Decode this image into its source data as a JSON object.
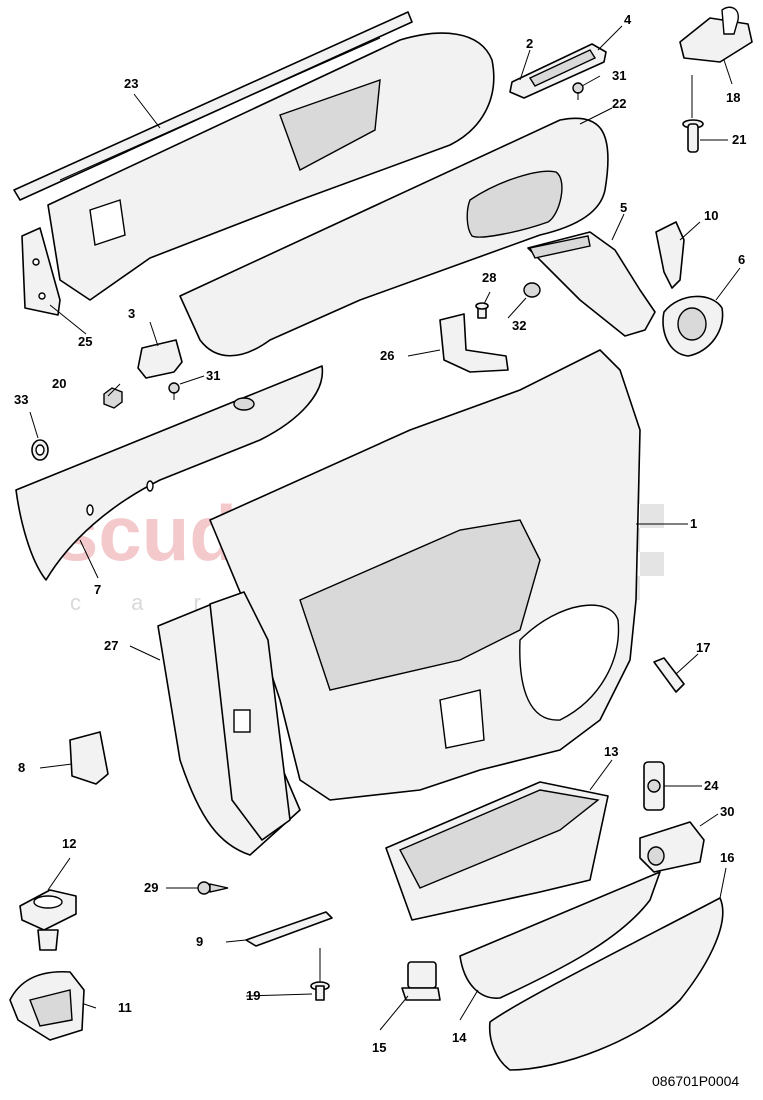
{
  "drawing_number": "086701P0004",
  "watermark": {
    "brand": "scuderia",
    "subtitle": "c a r p a r t s"
  },
  "callouts": [
    "1",
    "2",
    "3",
    "4",
    "5",
    "6",
    "7",
    "8",
    "9",
    "10",
    "11",
    "12",
    "13",
    "14",
    "15",
    "16",
    "17",
    "18",
    "19",
    "20",
    "21",
    "22",
    "23",
    "24",
    "25",
    "26",
    "27",
    "28",
    "29",
    "30",
    "31",
    "31",
    "32",
    "33"
  ]
}
